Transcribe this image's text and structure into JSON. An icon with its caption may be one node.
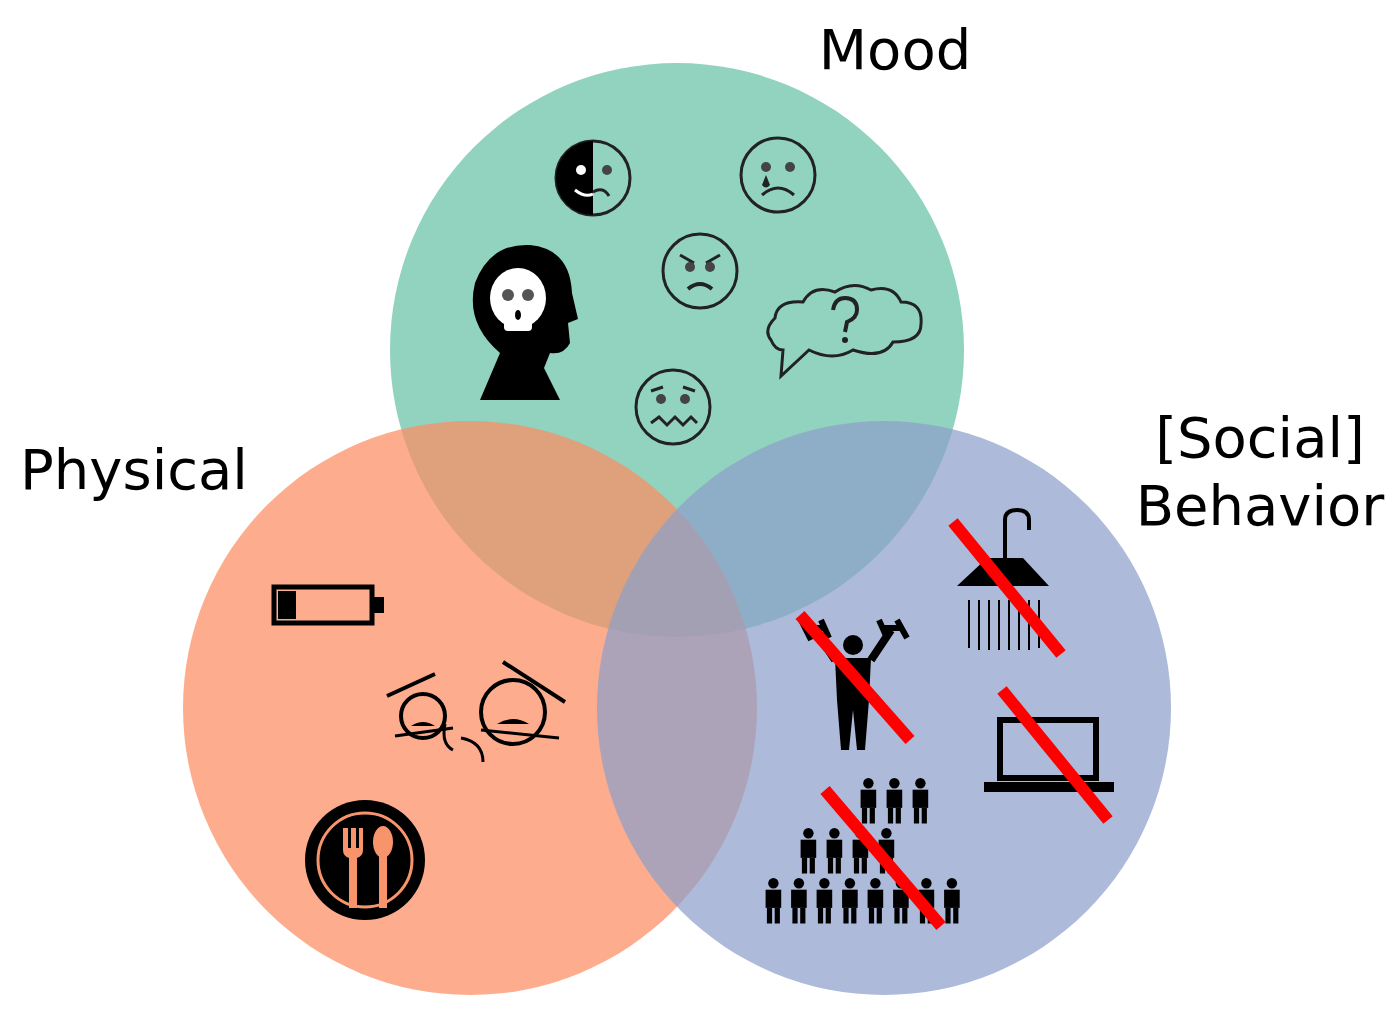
{
  "diagram": {
    "nodes": [
      {
        "text": [
          "Mood"
        ]
      },
      {
        "text": [
          "Physical"
        ]
      },
      {
        "text": [
          "[Social] Behavior"
        ]
      }
    ]
  }
}
